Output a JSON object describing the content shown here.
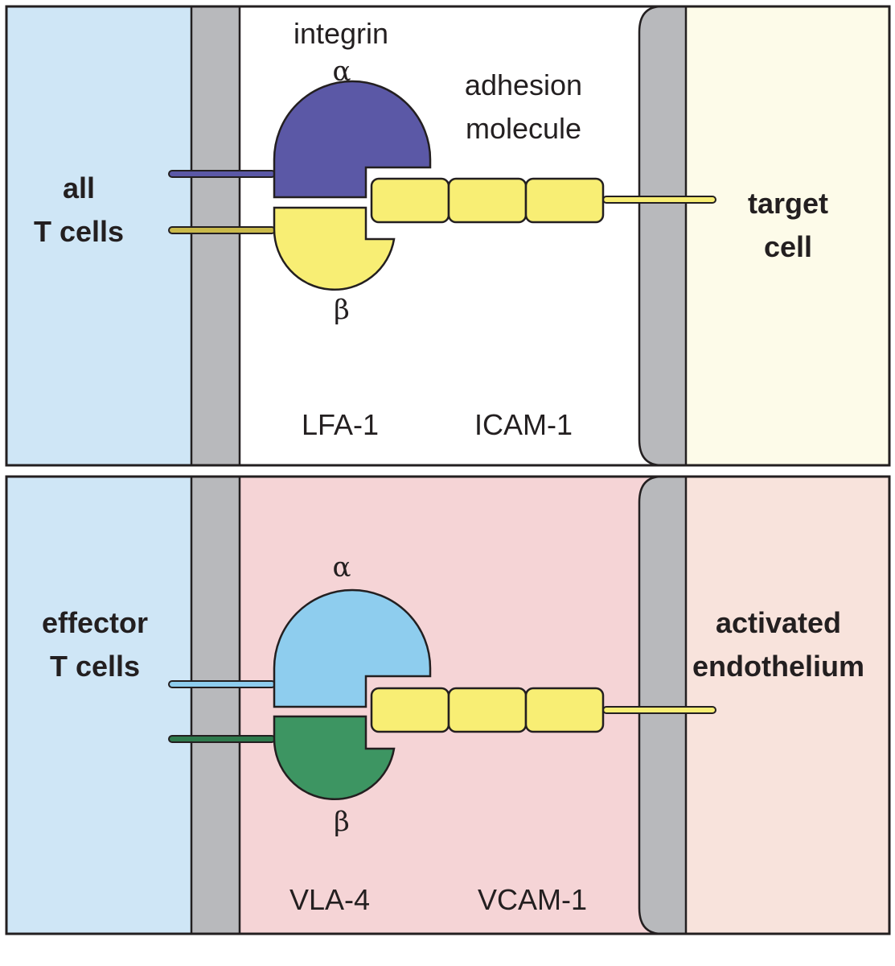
{
  "panels": [
    {
      "left_cell": [
        "all",
        "T cells"
      ],
      "right_cell": [
        "target",
        "cell"
      ],
      "integrin_label": "integrin",
      "alpha": "α",
      "beta": "β",
      "adhesion_label": [
        "adhesion",
        "molecule"
      ],
      "integrin_name": "LFA-1",
      "ligand_name": "ICAM-1",
      "colors": {
        "left_cell": "#cfe6f6",
        "middle": "#ffffff",
        "right_cell": "#fdfbe9",
        "alpha": "#5b58a6",
        "beta": "#f8ee74",
        "ligand": "#f8ee74"
      }
    },
    {
      "left_cell": [
        "effector",
        "T cells"
      ],
      "right_cell": [
        "activated",
        "endothelium"
      ],
      "integrin_label": "",
      "alpha": "α",
      "beta": "β",
      "adhesion_label": [
        "",
        ""
      ],
      "integrin_name": "VLA-4",
      "ligand_name": "VCAM-1",
      "colors": {
        "left_cell": "#cfe6f6",
        "middle": "#f5d4d6",
        "right_cell": "#f8e3dc",
        "alpha": "#8ecdee",
        "beta": "#3d9562",
        "ligand": "#f8ee74"
      }
    }
  ]
}
